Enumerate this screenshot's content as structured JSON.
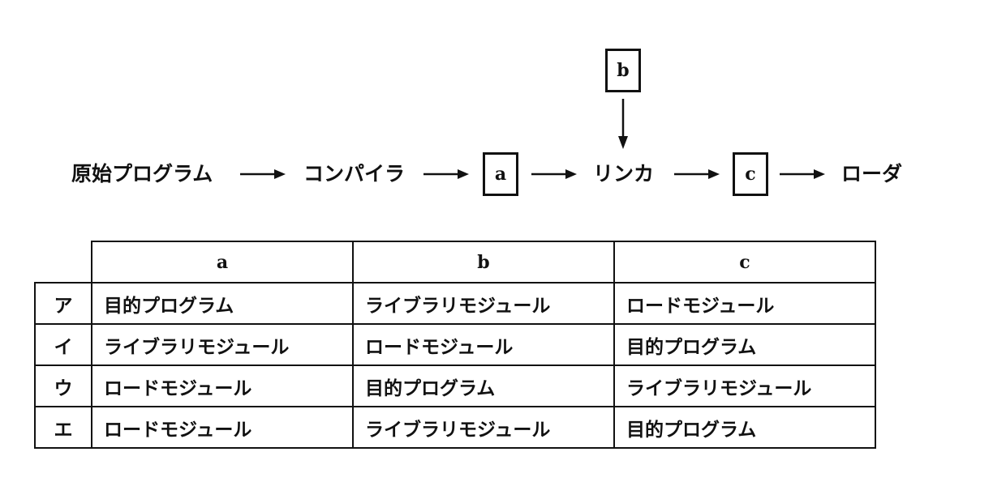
{
  "flow": {
    "source_program": "原始プログラム",
    "compiler": "コンパイラ",
    "box_a": "a",
    "linker": "リンカ",
    "box_b": "b",
    "box_c": "c",
    "loader": "ローダ"
  },
  "table": {
    "headers": [
      "a",
      "b",
      "c"
    ],
    "rows": [
      {
        "label": "ア",
        "cells": [
          "目的プログラム",
          "ライブラリモジュール",
          "ロードモジュール"
        ]
      },
      {
        "label": "イ",
        "cells": [
          "ライブラリモジュール",
          "ロードモジュール",
          "目的プログラム"
        ]
      },
      {
        "label": "ウ",
        "cells": [
          "ロードモジュール",
          "目的プログラム",
          "ライブラリモジュール"
        ]
      },
      {
        "label": "エ",
        "cells": [
          "ロードモジュール",
          "ライブラリモジュール",
          "目的プログラム"
        ]
      }
    ]
  }
}
